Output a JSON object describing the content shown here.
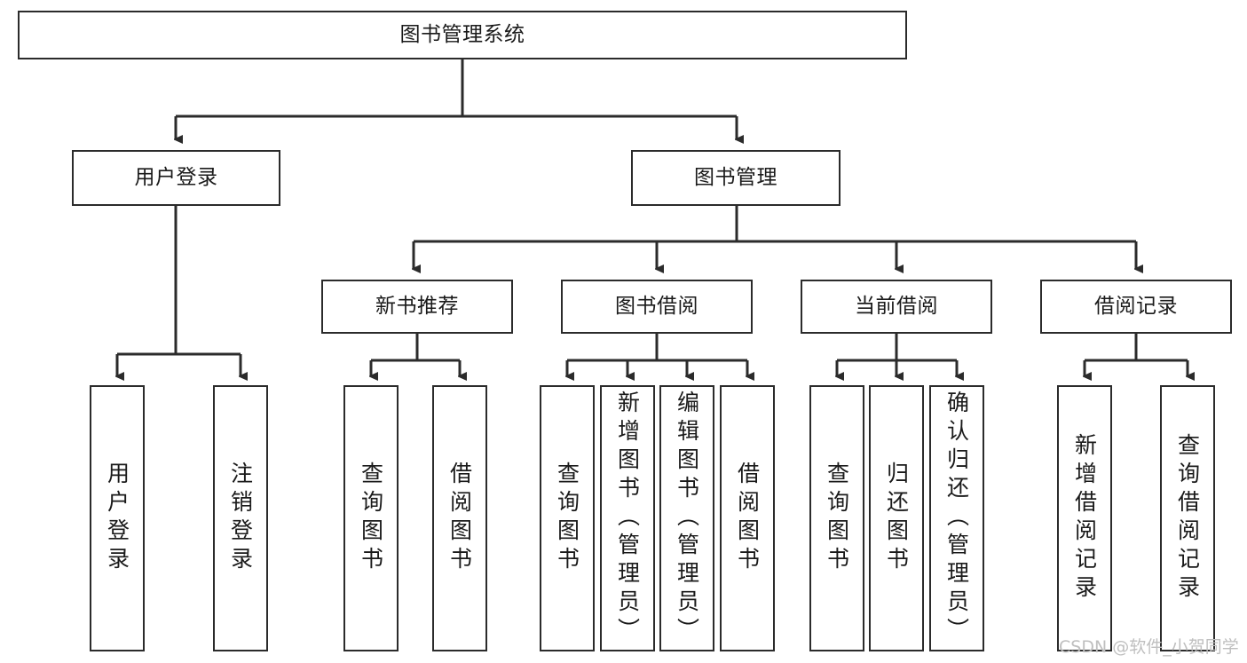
{
  "diagram": {
    "type": "tree-hierarchy-flowchart",
    "root": {
      "id": "root",
      "label": "图书管理系统"
    },
    "level2": [
      {
        "id": "user-login",
        "label": "用户登录"
      },
      {
        "id": "book-management",
        "label": "图书管理"
      }
    ],
    "level3": [
      {
        "id": "new-book-recommend",
        "label": "新书推荐",
        "parent": "book-management"
      },
      {
        "id": "book-borrow",
        "label": "图书借阅",
        "parent": "book-management"
      },
      {
        "id": "current-borrow",
        "label": "当前借阅",
        "parent": "book-management"
      },
      {
        "id": "borrow-record",
        "label": "借阅记录",
        "parent": "book-management"
      }
    ],
    "leaves": {
      "user_login": [
        {
          "id": "leaf-user-login",
          "label": "用户登录"
        },
        {
          "id": "leaf-logout-login",
          "label": "注销登录"
        }
      ],
      "new_book_recommend": [
        {
          "id": "leaf-query-book-1",
          "label": "查询图书"
        },
        {
          "id": "leaf-borrow-book-1",
          "label": "借阅图书"
        }
      ],
      "book_borrow": [
        {
          "id": "leaf-query-book-2",
          "label": "查询图书"
        },
        {
          "id": "leaf-add-book",
          "label": "新增图书（管理员）"
        },
        {
          "id": "leaf-edit-book",
          "label": "编辑图书（管理员）"
        },
        {
          "id": "leaf-borrow-book-2",
          "label": "借阅图书"
        }
      ],
      "current_borrow": [
        {
          "id": "leaf-query-book-3",
          "label": "查询图书"
        },
        {
          "id": "leaf-return-book",
          "label": "归还图书"
        },
        {
          "id": "leaf-confirm-return",
          "label": "确认归还（管理员）"
        }
      ],
      "borrow_record": [
        {
          "id": "leaf-add-record",
          "label": "新增借阅记录"
        },
        {
          "id": "leaf-query-record",
          "label": "查询借阅记录"
        }
      ]
    }
  },
  "watermark": {
    "text": "CSDN @软件_小贺同学"
  },
  "colors": {
    "border": "#2b2b2b",
    "background": "#ffffff",
    "text": "#1a1a1a",
    "watermark": "#bfbfbf"
  }
}
